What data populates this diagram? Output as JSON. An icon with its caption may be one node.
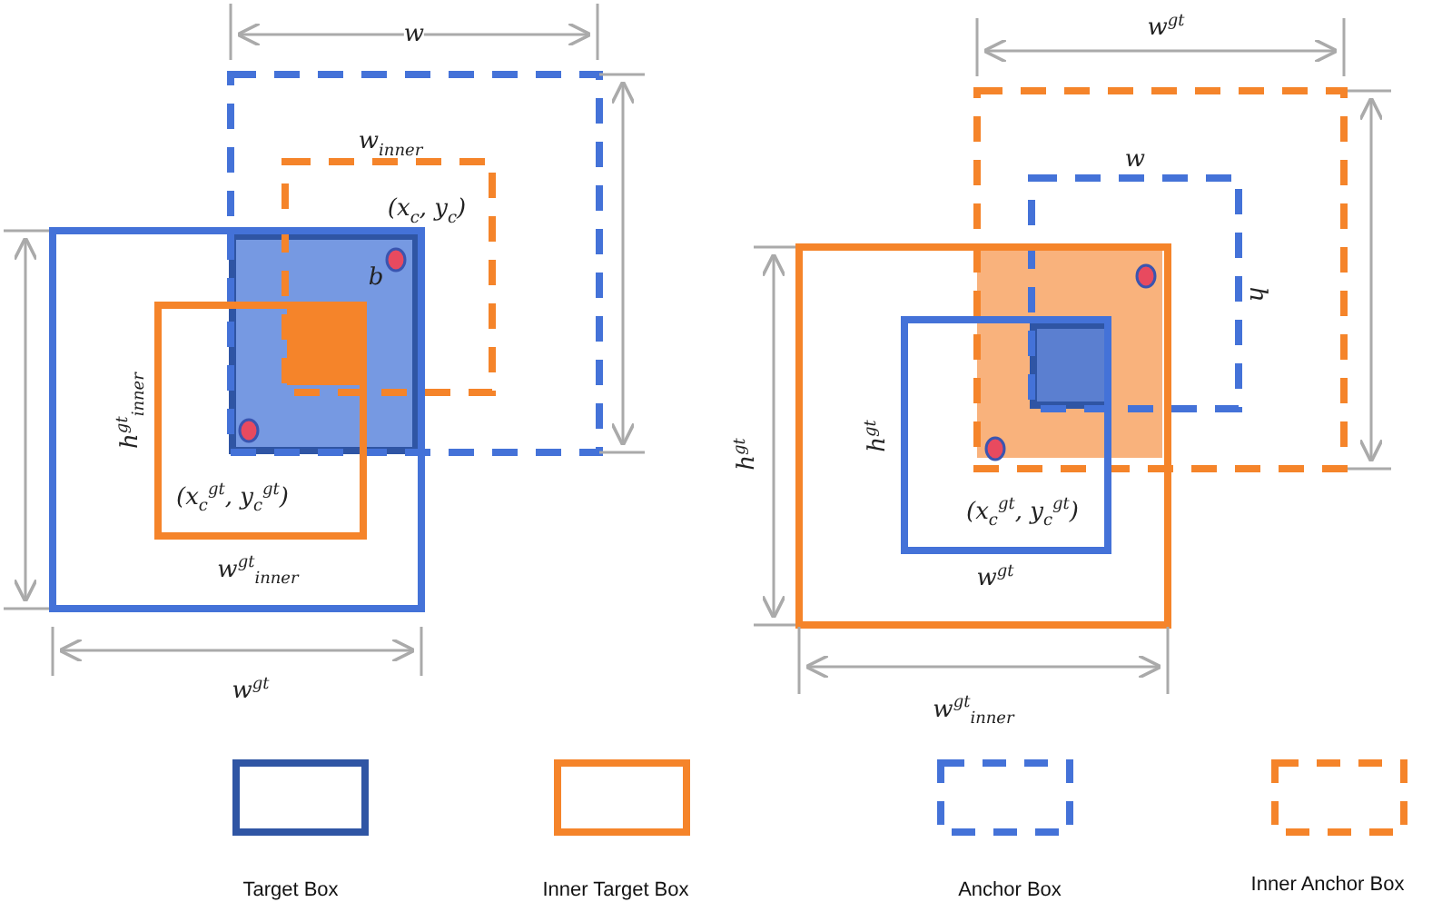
{
  "diagram": {
    "labels": [
      "w",
      "w$_{inner}$",
      "(x$_{c}$, y$_{c}$)",
      "b",
      "h$^{gt}$$_{inner}$",
      "(x$_{c}$$^{gt}$, y$_{c}$$^{gt}$)",
      "w$^{gt}$$_{inner}$",
      "w$^{gt}$",
      "w$^{gt}$",
      "w",
      "h",
      "h$^{gt}$",
      "h$^{gt}$",
      "(x$_{c}$$^{gt}$, y$_{c}$$^{gt}$)",
      "w$^{gt}$",
      "w$^{gt}$$_{inner}$"
    ],
    "legend": [
      {
        "text": "Target Box"
      },
      {
        "text": "Inner Target Box"
      },
      {
        "text": "Anchor Box"
      },
      {
        "text": "Inner Anchor Box"
      }
    ]
  }
}
